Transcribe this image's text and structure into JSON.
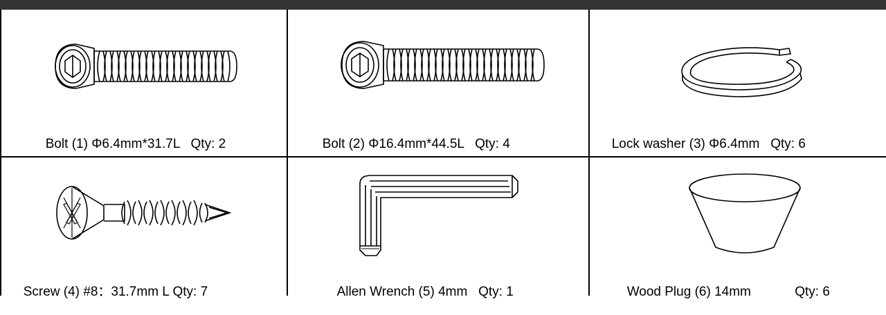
{
  "parts": [
    {
      "name": "Bolt (1)",
      "size": "Φ6.4mm*31.7L",
      "qty": "Qty: 2",
      "icon": "button-head-bolt-short-icon"
    },
    {
      "name": "Bolt (2)",
      "size": "Φ16.4mm*44.5L",
      "qty": "Qty: 4",
      "icon": "button-head-bolt-long-icon"
    },
    {
      "name": "Lock washer (3)",
      "size": "Φ6.4mm",
      "qty": "Qty: 6",
      "icon": "split-lock-washer-icon"
    },
    {
      "name": "Screw (4) #8：",
      "size": "31.7mm L",
      "qty": "Qty: 7",
      "icon": "flat-head-wood-screw-icon"
    },
    {
      "name": "Allen Wrench (5)",
      "size": "4mm",
      "qty": "Qty: 1",
      "icon": "allen-wrench-icon"
    },
    {
      "name": "Wood Plug (6)",
      "size": "14mm",
      "qty": "Qty: 6",
      "icon": "wood-plug-icon"
    }
  ],
  "colors": {
    "header_bar": "#333333",
    "lines": "#000000"
  }
}
